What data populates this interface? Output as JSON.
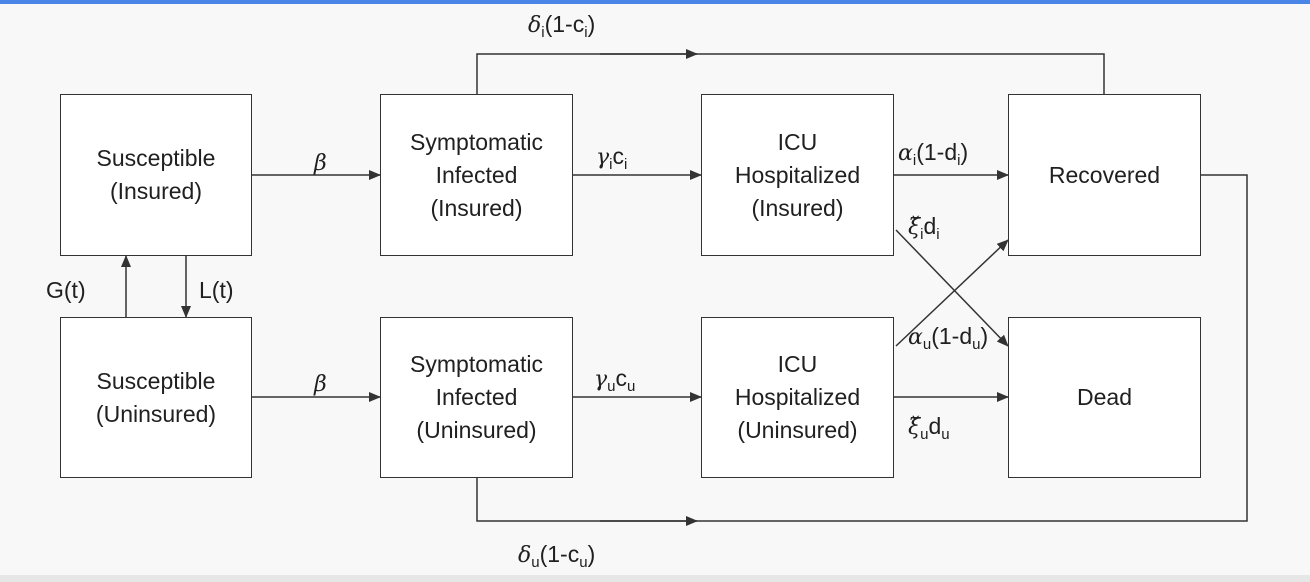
{
  "nodes": {
    "susceptible_insured": "Susceptible\n(Insured)",
    "susceptible_uninsured": "Susceptible\n(Uninsured)",
    "infected_insured": "Symptomatic\nInfected\n(Insured)",
    "infected_uninsured": "Symptomatic\nInfected\n(Uninsured)",
    "icu_insured": "ICU\nHospitalized\n(Insured)",
    "icu_uninsured": "ICU\nHospitalized\n(Uninsured)",
    "recovered": "Recovered",
    "dead": "Dead"
  },
  "labels": {
    "gain": "G(t)",
    "loss": "L(t)",
    "beta": "β",
    "delta": "δ",
    "gamma": "γ",
    "alpha": "α",
    "xi": "ξ̌",
    "c": "c",
    "d": "d",
    "one_minus": "(1-",
    "close_paren": ")",
    "sub_i": "i",
    "sub_u": "u"
  },
  "colors": {
    "line": "#333333",
    "accent_bar": "#4a86e8"
  }
}
